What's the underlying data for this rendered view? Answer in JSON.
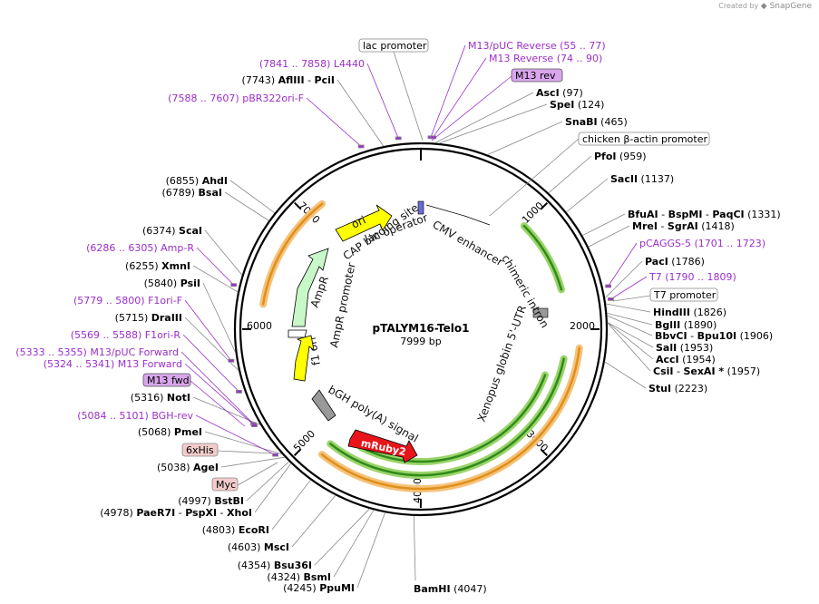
{
  "header": {
    "created_by": "Created by",
    "brand": "SnapGene"
  },
  "plasmid": {
    "name": "pTALYM16-Telo1",
    "size_label": "7999 bp",
    "length": 7999
  },
  "ruler": [
    "1000",
    "2000",
    "3000",
    "4000",
    "5000",
    "6000",
    "7000"
  ],
  "sites_left": [
    {
      "pos": "(7743)",
      "name": "AflIII",
      "name2": "PciI"
    },
    {
      "pos": "(6855)",
      "name": "AhdI"
    },
    {
      "pos": "(6789)",
      "name": "BsaI"
    },
    {
      "pos": "(6374)",
      "name": "ScaI"
    },
    {
      "pos": "(6255)",
      "name": "XmnI"
    },
    {
      "pos": "(5840)",
      "name": "PsiI"
    },
    {
      "pos": "(5715)",
      "name": "DraIII"
    },
    {
      "pos": "(5316)",
      "name": "NotI"
    },
    {
      "pos": "(5068)",
      "name": "PmeI"
    },
    {
      "pos": "(5038)",
      "name": "AgeI"
    },
    {
      "pos": "(4997)",
      "name": "BstBI"
    },
    {
      "pos": "(4978)",
      "name": "PaeR7I",
      "name2": "PspXI",
      "name3": "XhoI"
    },
    {
      "pos": "(4803)",
      "name": "EcoRI"
    },
    {
      "pos": "(4603)",
      "name": "MscI"
    },
    {
      "pos": "(4354)",
      "name": "Bsu36I"
    },
    {
      "pos": "(4324)",
      "name": "BsmI"
    },
    {
      "pos": "(4245)",
      "name": "PpuMI"
    }
  ],
  "sites_right": [
    {
      "name": "AscI",
      "pos": "(97)"
    },
    {
      "name": "SpeI",
      "pos": "(124)"
    },
    {
      "name": "SnaBI",
      "pos": "(465)"
    },
    {
      "name": "PfoI",
      "pos": "(959)"
    },
    {
      "name": "SacII",
      "pos": "(1137)"
    },
    {
      "name": "BfuAI",
      "name2": "BspMI",
      "name3": "PaqCI",
      "pos": "(1331)"
    },
    {
      "name": "MreI",
      "name2": "SgrAI",
      "pos": "(1418)"
    },
    {
      "name": "PacI",
      "pos": "(1786)"
    },
    {
      "name": "HindIII",
      "pos": "(1826)"
    },
    {
      "name": "BglII",
      "pos": "(1890)"
    },
    {
      "name": "BbvCI",
      "name2": "Bpu10I",
      "pos": "(1906)"
    },
    {
      "name": "SalI",
      "pos": "(1953)"
    },
    {
      "name": "AccI",
      "pos": "(1954)"
    },
    {
      "name": "CsiI",
      "name2": "SexAI *",
      "pos": "(1957)"
    },
    {
      "name": "StuI",
      "pos": "(2223)"
    },
    {
      "name": "BamHI",
      "pos": "(4047)"
    }
  ],
  "primers": [
    {
      "range": "(7841 .. 7858)",
      "name": "L4440"
    },
    {
      "range": "(7588 .. 7607)",
      "name": "pBR322ori-F"
    },
    {
      "range": "(55 .. 77)",
      "name": "M13/pUC Reverse"
    },
    {
      "range": "(74 .. 90)",
      "name": "M13 Reverse"
    },
    {
      "range": "(6286 .. 6305)",
      "name": "Amp-R"
    },
    {
      "range": "(5779 .. 5800)",
      "name": "F1ori-F"
    },
    {
      "range": "(5569 .. 5588)",
      "name": "F1ori-R"
    },
    {
      "range": "(5333 .. 5355)",
      "name": "M13/pUC Forward"
    },
    {
      "range": "(5324 .. 5341)",
      "name": "M13 Forward"
    },
    {
      "range": "(5084 .. 5101)",
      "name": "BGH-rev"
    },
    {
      "range": "(1701 .. 1723)",
      "name": "pCAGGS-5"
    },
    {
      "range": "(1790 .. 1809)",
      "name": "T7"
    }
  ],
  "boxes": {
    "lac_promoter": "lac promoter",
    "m13_rev": "M13 rev",
    "chicken_actin": "chicken β-actin promoter",
    "t7_promoter": "T7 promoter",
    "m13_fwd": "M13 fwd",
    "his": "6xHis",
    "myc": "Myc"
  },
  "features": {
    "ori": "ori",
    "cap": "CAP binding site",
    "lac_op": "lac operator",
    "cmv": "CMV enhancer",
    "intron": "chimeric intron",
    "utr": "Xenopus globin 5'-UTR",
    "ampr": "AmpR",
    "ampr_prom": "AmpR promoter",
    "f1ori": "f1 ori",
    "bgh": "bGH poly(A) signal",
    "mruby": "mRuby2"
  },
  "colors": {
    "enzyme": "#000000",
    "primer": "#9b2fc9",
    "orf_yellow": "#ffff00",
    "ampr_green": "#c8f7c8",
    "orange": "#f5a623",
    "green": "#55aa22",
    "mruby": "#e8141a"
  }
}
